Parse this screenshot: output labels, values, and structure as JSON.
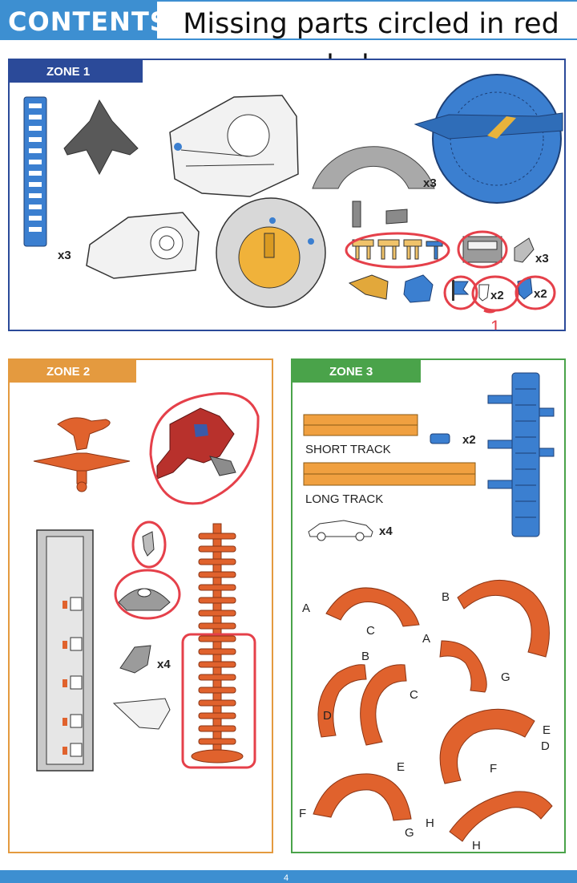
{
  "header": {
    "title": "CONTENTS",
    "annotation_line1": "Missing parts circled in red",
    "annotation_line2": "below."
  },
  "zones": {
    "zone1": {
      "title": "ZONE 1",
      "quantities": {
        "ladder": "x3",
        "curve_ramp": "x3",
        "clip": "x3",
        "marker": "x2",
        "bracket": "x2"
      },
      "handwritten_mark": "1"
    },
    "zone2": {
      "title": "ZONE 2",
      "quantities": {
        "wedge": "x4"
      }
    },
    "zone3": {
      "title": "ZONE 3",
      "short_track_label": "SHORT TRACK",
      "long_track_label": "LONG TRACK",
      "quantities": {
        "connector": "x2",
        "car": "x4"
      },
      "curve_letters": [
        "A",
        "B",
        "C",
        "A",
        "B",
        "C",
        "D",
        "E",
        "G",
        "E",
        "D",
        "F",
        "F",
        "G",
        "H",
        "H"
      ]
    }
  },
  "colors": {
    "header_blue": "#3d8fd1",
    "zone1": "#2b4a99",
    "zone2": "#e49a3f",
    "zone3": "#4aa34a",
    "orange_part": "#e0622d",
    "blue_part": "#3b7fd0",
    "red_circle": "#e5404a"
  },
  "footer": {
    "page_number": "4"
  }
}
